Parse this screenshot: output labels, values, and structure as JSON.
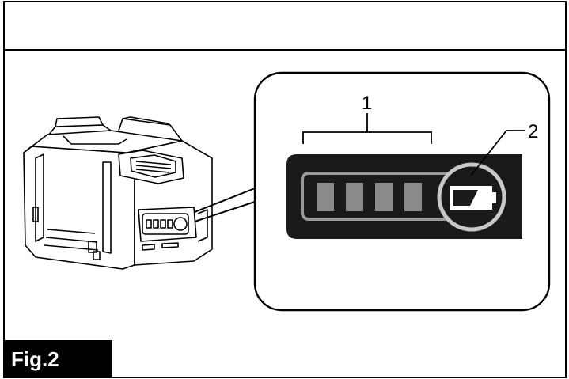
{
  "figure": {
    "label": "Fig.2",
    "callouts": [
      {
        "number": "1",
        "target": "indicator-lamps"
      },
      {
        "number": "2",
        "target": "check-button"
      }
    ],
    "indicator_lamps_count": 4,
    "icons": {
      "battery": "battery-icon",
      "check_button": "check-button-icon"
    },
    "colors": {
      "lamp": "#8a8a8a",
      "panel": "#1a1a1a",
      "line": "#000000"
    }
  }
}
